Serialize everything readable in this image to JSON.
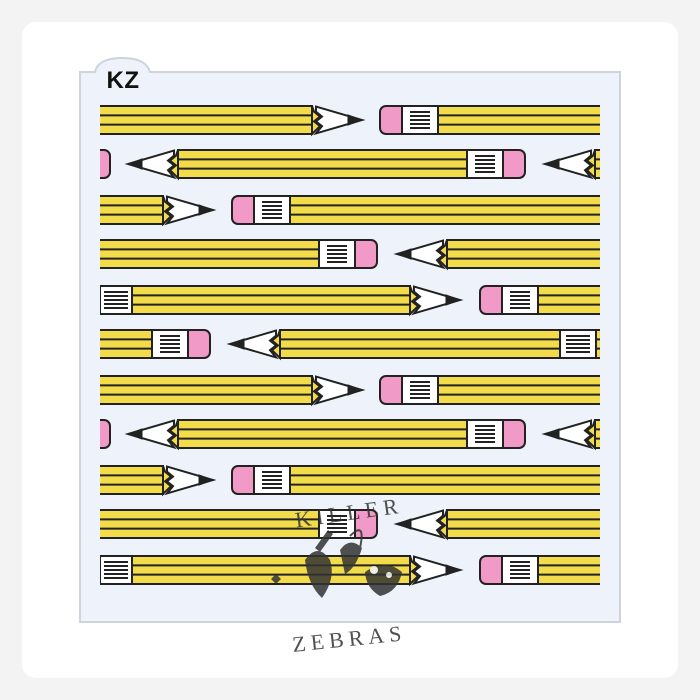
{
  "badge": {
    "text": "KZ"
  },
  "watermark": {
    "top_text": "KILLER",
    "bottom_text": "ZEBRAS",
    "color": "#555555"
  },
  "colors": {
    "pencil_body": "#f2dc4a",
    "pencil_stroke": "#222222",
    "wood": "#ffffff",
    "lead": "#222222",
    "eraser": "#f29ac7",
    "ferrule": "#ffffff",
    "stencil_bg": "#eef3fb",
    "stencil_border": "#cfd4dc"
  },
  "icons": [
    "pencil-icon",
    "eraser-icon",
    "pencil-tip-icon",
    "zebra-logo-icon"
  ]
}
